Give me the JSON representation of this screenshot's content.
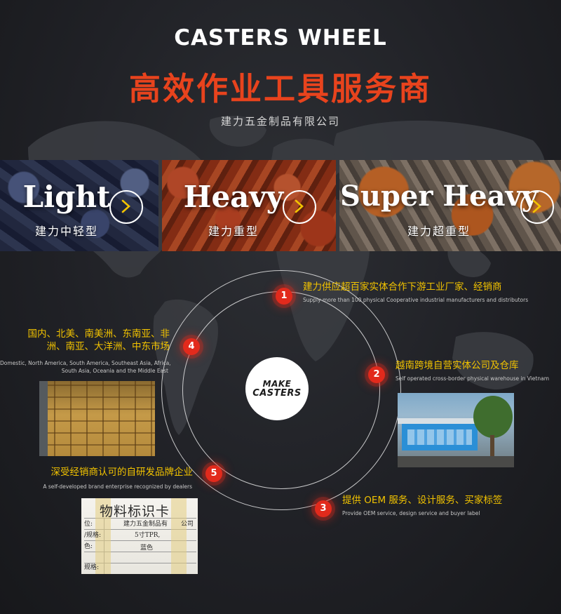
{
  "header": {
    "title_en": "CASTERS WHEEL",
    "title_cn": "高效作业工具服务商",
    "subtitle": "建力五金制品有限公司"
  },
  "cards": [
    {
      "title": "Light",
      "subtitle": "建力中轻型",
      "icon": "chevron-right-icon"
    },
    {
      "title": "Heavy",
      "subtitle": "建力重型",
      "icon": "chevron-right-icon"
    },
    {
      "title": "Super Heavy",
      "subtitle": "建力超重型",
      "icon": "chevron-right-icon"
    }
  ],
  "logo": {
    "line1": "MAKE",
    "line2": "CASTERS"
  },
  "features": [
    {
      "num": "1",
      "cn": "建力供应超百家实体合作下游工业厂家、经销商",
      "en": "Supply more than 100 physical Cooperative industrial manufacturers and distributors"
    },
    {
      "num": "2",
      "cn": "越南跨境自营实体公司及仓库",
      "en": "Self operated cross-border physical warehouse in Vietnam"
    },
    {
      "num": "3",
      "cn": "提供 OEM 服务、设计服务、买家标签",
      "en": "Provide OEM service, design service and buyer label"
    },
    {
      "num": "4",
      "cn_line1": "国内、北美、南美洲、东南亚、非",
      "cn_line2": "洲、南亚、大洋洲、中东市场",
      "en_line1": "Domestic, North America, South America, Southeast Asia, Africa,",
      "en_line2": "South Asia, Oceania and the Middle East"
    },
    {
      "num": "5",
      "cn": "深受经销商认可的自研发品牌企业",
      "en": "A self-developed brand enterprise recognized by dealers"
    }
  ],
  "label_card": {
    "title": "物料标识卡",
    "row1_label": "位:",
    "row1_value": "建力五金制品有",
    "row1_tail": "公司",
    "row2_label": "/规格:",
    "row2_value": "5寸TPR,",
    "row3_label": "色:",
    "row3_value": "蓝色",
    "row4_label": "规格:"
  },
  "colors": {
    "accent_red": "#e8431d",
    "badge_red": "#e22a1c",
    "feature_yellow": "#f2c300",
    "background": "#1c1d21"
  }
}
